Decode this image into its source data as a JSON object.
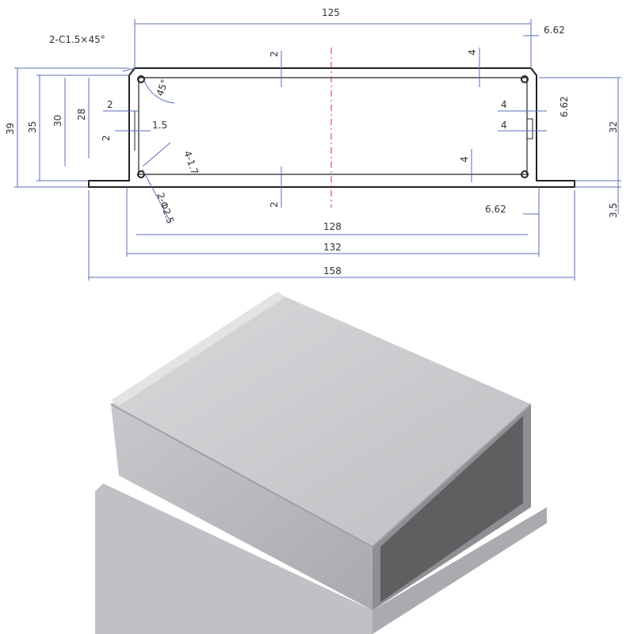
{
  "drawing": {
    "dimensions": {
      "top_width": "125",
      "right_offset_top": "6.62",
      "right_offset_bottom": "6.62",
      "right_side_offset": "6.62",
      "inner_width": "128",
      "outer_width": "132",
      "flange_width": "158",
      "height_overall": "39",
      "height_35": "35",
      "height_30": "30",
      "height_28": "28",
      "height_32": "32",
      "flange_thickness": "3.5",
      "wall_top": "2",
      "wall_bottom": "2",
      "wall_left": "2",
      "wall_left_lower": "2",
      "gap_1_5": "1.5",
      "slot_4_top": "4",
      "slot_4_right_a": "4",
      "slot_4_right_b": "4",
      "slot_4_bottom": "4"
    },
    "annotations": {
      "chamfer": "2-C1.5×45°",
      "angle": "45°",
      "holes": "2-Φ2.5",
      "screw": "4-1.7"
    },
    "colors": {
      "outline": "#222222",
      "dimension": "#5b6fb5",
      "centerline": "#d33333"
    }
  },
  "photo": {
    "subject": "aluminum-enclosure-icon",
    "colors": {
      "top": "#c9cacd",
      "front": "#b6b8bb",
      "interior": "#6f6f70",
      "flange": "#c2c3c6"
    }
  }
}
